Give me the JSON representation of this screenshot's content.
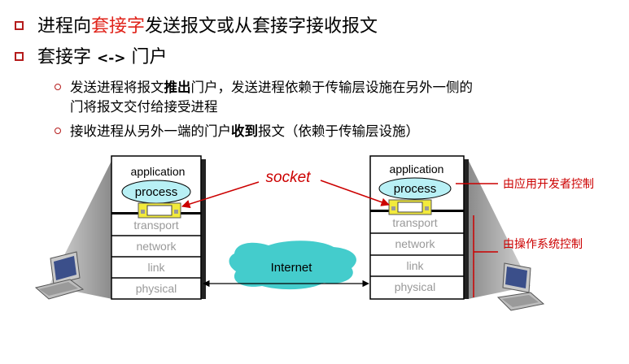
{
  "bullets": {
    "b1": {
      "pre": "进程向",
      "highlight": "套接字",
      "post": "发送报文或从套接字接收报文"
    },
    "b2": {
      "pre": "套接字 ",
      "arrow": "<->",
      "post": " 门户"
    },
    "s1": {
      "pre": "发送进程将报文",
      "bold": "推出",
      "post": "门户，发送进程依赖于传输层设施在另外一侧的",
      "line2": "门将报文交付给接受进程"
    },
    "s2": {
      "pre": "接收进程从另外一端的门户",
      "bold": "收到",
      "post": "报文（依赖于传输层设施）"
    }
  },
  "diagram": {
    "left_stack": {
      "application": "application",
      "process": "process",
      "transport": "transport",
      "network": "network",
      "link": "link",
      "physical": "physical"
    },
    "right_stack": {
      "application": "application",
      "process": "process",
      "transport": "transport",
      "network": "network",
      "link": "link",
      "physical": "physical"
    },
    "socket_label": "socket",
    "internet_label": "Internet",
    "annotation_app": "由应用开发者控制",
    "annotation_os": "由操作系统控制"
  },
  "colors": {
    "bullet": "#b51c1c",
    "highlight": "#e0231a",
    "process_fill": "#b8f0f5",
    "socket_fill": "#f2ea3c",
    "internet_fill": "#44cccc",
    "annotation": "#cc0000"
  }
}
